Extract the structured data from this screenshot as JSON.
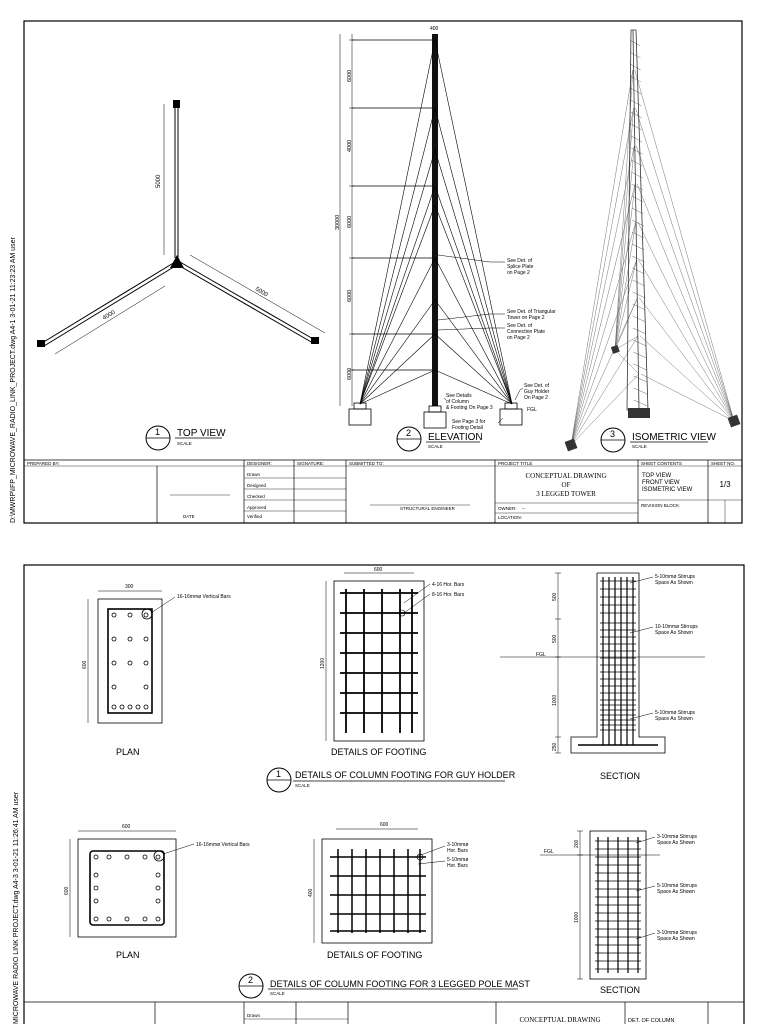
{
  "sheet1": {
    "side_path": "D:\\MWRP\\IFP_MICROWAVE_RADIO_LINK_PROJECT.dwg  A4-1  3-01-21  11:23:23 AM  user",
    "top_view": {
      "title": "TOP VIEW",
      "number": "1",
      "scale": "SCALE",
      "dim_vertical": "5000",
      "dim_left": "4000",
      "dim_right": "5000"
    },
    "elevation": {
      "title": "ELEVATION",
      "number": "2",
      "scale": "SCALE",
      "dim_top": "400",
      "dim_total": "30000",
      "dims_left": [
        "6000",
        "4000",
        "6000",
        "6000",
        "6000"
      ],
      "notes": {
        "splice": [
          "See Det. of",
          "Splice Plate",
          "on Page 2"
        ],
        "triangular": [
          "See Det. of Triangular",
          "Tower on Page 2"
        ],
        "connection": [
          "See Det. of",
          "Connection Plate",
          "on Page 2"
        ],
        "guy_holder": [
          "See Det. of",
          "Guy Holder",
          "On Page 2"
        ],
        "column": [
          "See Details",
          "of Column",
          "& Footing On Page 3"
        ],
        "footing": [
          "See Page 3 for",
          "Footing Detail"
        ],
        "fgl": "FGL"
      }
    },
    "isometric": {
      "title": "ISOMETRIC VIEW",
      "number": "3",
      "scale": "SCALE"
    },
    "title_block": {
      "prepared_by": "PREPARED BY:",
      "designer": "DESIGNER:",
      "signature": "SIGNATURE:",
      "submitted_to": "SUBMITTED TO:",
      "project_title_label": "PROJECT TITLE",
      "rows": [
        "Drawn",
        "Designed",
        "Checked",
        "Approved",
        "Verified"
      ],
      "project_title": [
        "CONCEPTUAL DRAWING",
        "OF",
        "3 LEGGED TOWER"
      ],
      "owner": "OWNER:",
      "owner_value": "--",
      "location": "LOCATION:",
      "sheet_contents_label": "SHEET CONTENTS",
      "sheet_contents": [
        "TOP VIEW",
        "FRONT VIEW",
        "ISOMETRIC VIEW"
      ],
      "revision_block": "REVISION BLOCK",
      "sheet_no_label": "SHEET NO.",
      "sheet_no": "1/3",
      "structural_engineer": "STRUCTURAL ENGINEER",
      "date": "DATE"
    }
  },
  "sheet2": {
    "side_path": "MICROWAVE RADIO LINK PROJECT.dwg  A4-3  3-01-21  11:26:41 AM  user",
    "row1": {
      "plan": {
        "label": "PLAN",
        "dim_w": "300",
        "dim_h": "600",
        "note": "16-16mmø Vertical Bars"
      },
      "footing": {
        "label": "DETAILS OF FOOTING",
        "dim_w": "600",
        "dim_h": "1200",
        "note1": "4-16 Hor. Bars",
        "note2": "8-16 Hor. Bars"
      },
      "section": {
        "label": "SECTION",
        "dims": [
          "500",
          "500",
          "1000",
          "250"
        ],
        "fgl": "FGL",
        "note1": [
          "5-10mmø Stirrups",
          "Space As Shown"
        ],
        "note2": [
          "10-10mmø Stirrups",
          "Space As Shown"
        ],
        "note3": [
          "5-10mmø Stirrups",
          "Space As Shown"
        ]
      }
    },
    "detail1": {
      "number": "1",
      "title": "DETAILS OF COLUMN FOOTING FOR GUY HOLDER",
      "scale": "SCALE"
    },
    "row2": {
      "plan": {
        "label": "PLAN",
        "dim_w": "600",
        "dim_h": "600",
        "note": "16-16mmø Vertical Bars"
      },
      "footing": {
        "label": "DETAILS OF FOOTING",
        "dim_w": "600",
        "dim_h": "400",
        "note1": [
          "3-10mmø",
          "Hor. Bars"
        ],
        "note2": [
          "5-10mmø",
          "Hor. Bars"
        ]
      },
      "section": {
        "label": "SECTION",
        "dims": [
          "200",
          "1000"
        ],
        "fgl": "FGL",
        "note1": [
          "3-10mmø Stirrups",
          "Space As Shown"
        ],
        "note2": [
          "5-10mmø Stirrups",
          "Space As Shown"
        ],
        "note3": [
          "3-10mmø Stirrups",
          "Space As Shown"
        ]
      }
    },
    "detail2": {
      "number": "2",
      "title": "DETAILS OF COLUMN FOOTING FOR 3 LEGGED POLE MAST",
      "scale": "SCALE"
    },
    "title_block": {
      "project_title": "CONCEPTUAL DRAWING",
      "sheet_contents": "DET. OF COLUMN",
      "row": "Drawn"
    }
  }
}
